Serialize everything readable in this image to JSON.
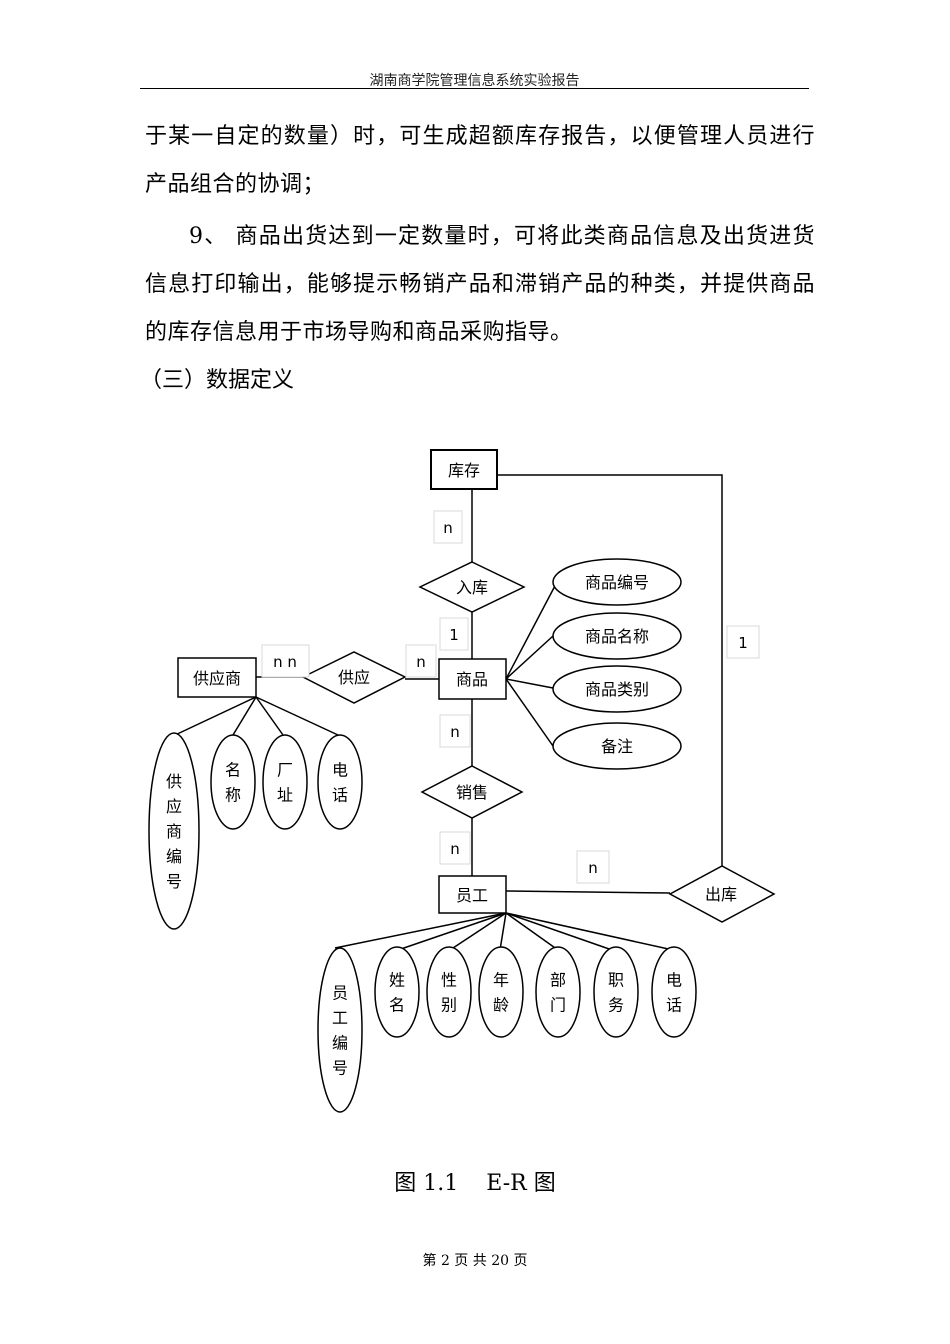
{
  "header": {
    "title": "湖南商学院管理信息系统实验报告"
  },
  "paragraphs": [
    "于某一自定的数量）时，可生成超额库存报告，以便管理人员进行产品组合的协调；",
    "9、 商品出货达到一定数量时，可将此类商品信息及出货进货信息打印输出，能够提示畅销产品和滞销产品的种类，并提供商品的库存信息用于市场导购和商品采购指导。"
  ],
  "section_title": "（三）数据定义",
  "er": {
    "entities": {
      "inventory": "库存",
      "product": "商品",
      "supplier": "供应商",
      "employee": "员工"
    },
    "relations": {
      "stock_in": "入库",
      "supply": "供应",
      "sales": "销售",
      "stock_out": "出库"
    },
    "product_attrs": [
      "商品编号",
      "商品名称",
      "商品类别",
      "备注"
    ],
    "supplier_attrs": [
      "供应商编号",
      "名称",
      "厂址",
      "电话"
    ],
    "employee_attrs": [
      "员工编号",
      "姓名",
      "性别",
      "年龄",
      "部门",
      "职务",
      "电话"
    ],
    "cardinalities": {
      "inv_in": "n",
      "in_prod": "1",
      "sup_supply": "n n",
      "supply_prod": "n",
      "prod_sales": "n",
      "sales_emp": "n",
      "emp_out": "n",
      "out_inv": "1"
    }
  },
  "caption": "图 1.1    E-R 图",
  "footer": "第 2 页 共 20 页"
}
